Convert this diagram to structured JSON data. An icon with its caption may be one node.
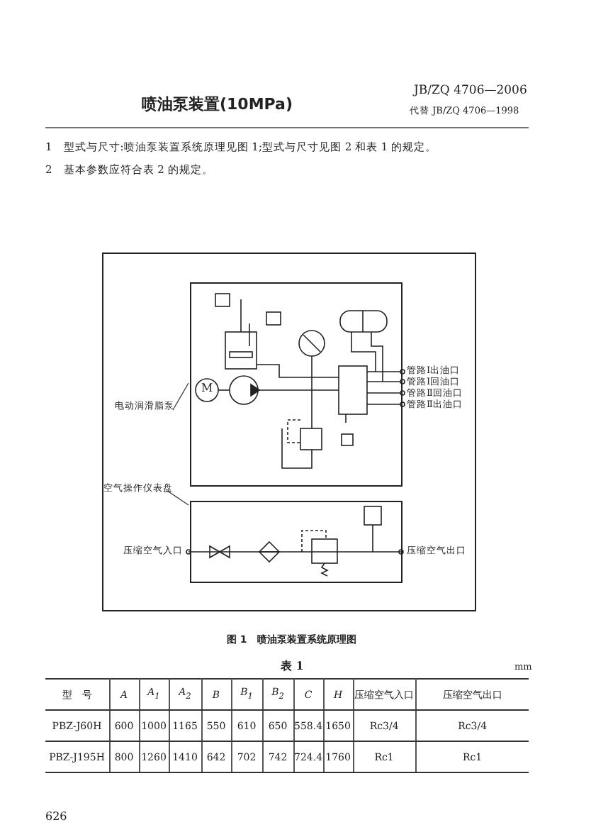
{
  "diagram": {
    "title": "喷油泵装置(10MPa)",
    "caption": "图 1　喷油泵装置系统原理图",
    "nodes": [
      {
        "text": [],
        "shape": "box"
      },
      {
        "text": [],
        "shape": "box",
        "in": 0,
        "beside": [
          "管路Ⅰ出油口",
          "管路Ⅰ回油口",
          "管路Ⅱ回油口",
          "管路Ⅱ出油口"
        ]
      },
      {
        "text": [],
        "shape": "box",
        "in": 0,
        "beside": [
          "压缩空气入口",
          "压缩空气出口"
        ]
      },
      {
        "text": [
          "电动润滑脂泵"
        ],
        "in": 0
      },
      {
        "text": [
          "空气操作仪表盘"
        ],
        "in": 0
      }
    ],
    "edges": [
      {
        "from": 3,
        "to": 1,
        "arrow": "none"
      },
      {
        "from": 4,
        "to": 2,
        "arrow": "none"
      }
    ],
    "labels": [
      "JB/ZQ 4706—2006",
      "代替 JB/ZQ 4706—1998",
      "1　型式与尺寸:喷油泵装置系统原理见图 1;型式与尺寸见图 2 和表 1 的规定。",
      "2　基本参数应符合表 2 的规定。",
      "M",
      "表 1",
      "mm",
      "型　号",
      "A",
      "A$_{1}$",
      "A$_{2}$",
      "B",
      "B$_{1}$",
      "B$_{2}$",
      "C",
      "H",
      "压缩空气入口",
      "压缩空气出口",
      "PBZ-J60H",
      "600",
      "1000",
      "1165",
      "550",
      "610",
      "650",
      "558.4",
      "1650",
      "Rc3/4",
      "Rc3/4",
      "PBZ-J195H",
      "800",
      "1260",
      "1410",
      "642",
      "702",
      "742",
      "724.4",
      "1760",
      "Rc1",
      "Rc1",
      "626"
    ]
  }
}
